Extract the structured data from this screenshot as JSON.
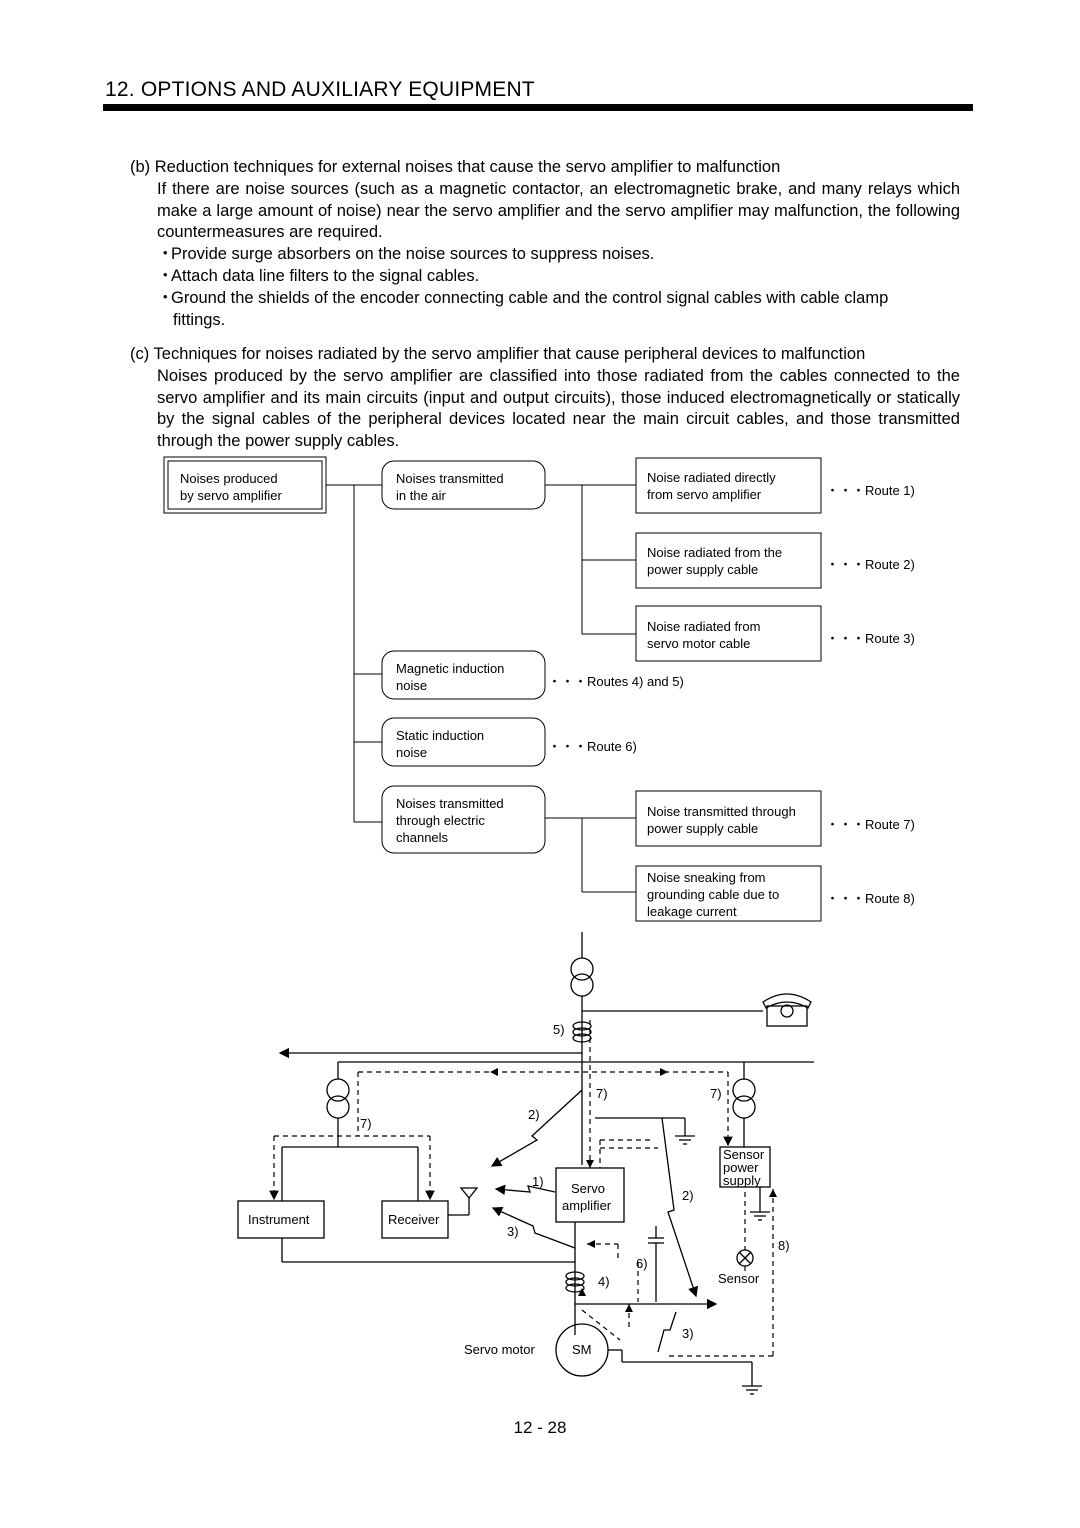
{
  "header": {
    "title": "12. OPTIONS AND AUXILIARY EQUIPMENT"
  },
  "section_b": {
    "heading": "(b) Reduction techniques for external noises that cause the servo amplifier to malfunction",
    "body": "If there are noise sources (such as a magnetic contactor, an electromagnetic brake, and many relays which make a large amount of noise) near the servo amplifier and the servo amplifier may malfunction, the following countermeasures are required.",
    "bullets": [
      "Provide surge absorbers on the noise sources to suppress noises.",
      "Attach data line filters to the signal cables.",
      "Ground the shields of the encoder connecting cable and the control signal cables with cable clamp"
    ],
    "bullet_cont": "fittings."
  },
  "section_c": {
    "heading": "(c) Techniques for noises radiated by the servo amplifier that cause peripheral devices to malfunction",
    "body": "Noises produced by the servo amplifier are classified into those radiated from the cables connected to the servo amplifier and its main circuits (input and output circuits), those induced electromagnetically or statically by the signal cables of the peripheral devices located near the main circuit cables, and those transmitted through the power supply cables."
  },
  "tree": {
    "root": [
      "Noises produced",
      "by servo amplifier"
    ],
    "air": [
      "Noises transmitted",
      "in the air"
    ],
    "magnetic": [
      "Magnetic induction",
      "noise"
    ],
    "static": [
      "Static induction",
      "noise"
    ],
    "electric": [
      "Noises transmitted",
      "through electric",
      "channels"
    ],
    "leaf1": [
      "Noise radiated directly",
      "from servo amplifier"
    ],
    "leaf2": [
      "Noise radiated from the",
      "power supply cable"
    ],
    "leaf3": [
      "Noise radiated from",
      "servo motor cable"
    ],
    "leaf7": [
      "Noise transmitted through",
      "power supply cable"
    ],
    "leaf8": [
      "Noise sneaking from",
      "grounding cable due to",
      "leakage current"
    ],
    "route1": "・・・Route 1)",
    "route2": "・・・Route 2)",
    "route3": "・・・Route 3)",
    "route45": "・・・Routes 4) and 5)",
    "route6": "・・・Route 6)",
    "route7": "・・・Route 7)",
    "route8": "・・・Route 8)"
  },
  "circuit": {
    "instrument": "Instrument",
    "receiver": "Receiver",
    "servo_amp": [
      "Servo",
      "amplifier"
    ],
    "sensor_supply": [
      "Sensor",
      "power",
      "supply"
    ],
    "sensor": "Sensor",
    "servo_motor": "Servo motor",
    "sm": "SM",
    "n1": "1)",
    "n2a": "2)",
    "n2b": "2)",
    "n3a": "3)",
    "n3b": "3)",
    "n4": "4)",
    "n5": "5)",
    "n6": "6)",
    "n7a": "7)",
    "n7b": "7)",
    "n7c": "7)",
    "n8": "8)"
  },
  "footer": {
    "page": "12 -  28"
  }
}
